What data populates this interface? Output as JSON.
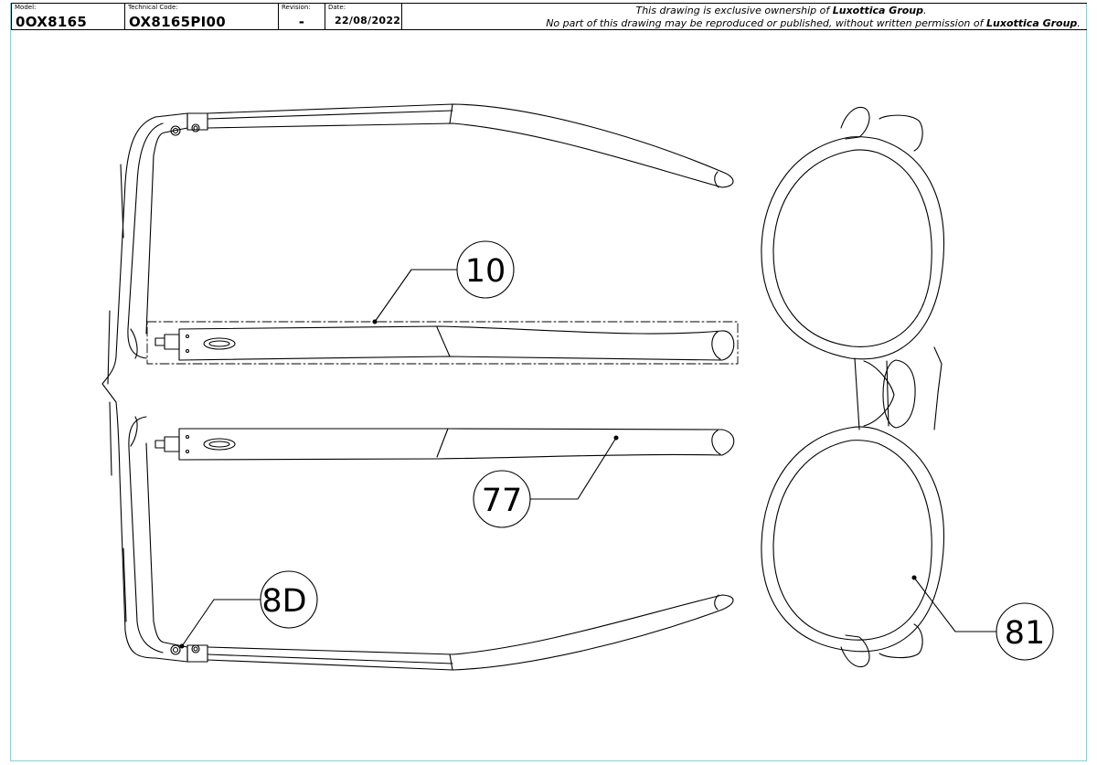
{
  "titleblock": {
    "model_label": "Model:",
    "model_value": "0OX8165",
    "tech_label": "Technical Code:",
    "tech_value": "OX8165PI00",
    "revision_label": "Revision:",
    "revision_value": "-",
    "date_label": "Date:",
    "date_value": "22/08/2022",
    "notice_line1_pre": "This drawing is exclusive ownership of ",
    "notice_owner": "Luxottica Group",
    "notice_line1_post": ".",
    "notice_line2_pre": "No part of this drawing may be reproduced or published, without written permission of ",
    "notice_line2_post": "."
  },
  "callouts": {
    "c10": "10",
    "c77": "77",
    "c8d": "8D",
    "c81": "81"
  },
  "colors": {
    "line": "#000000",
    "border": "#8fd0cf"
  }
}
